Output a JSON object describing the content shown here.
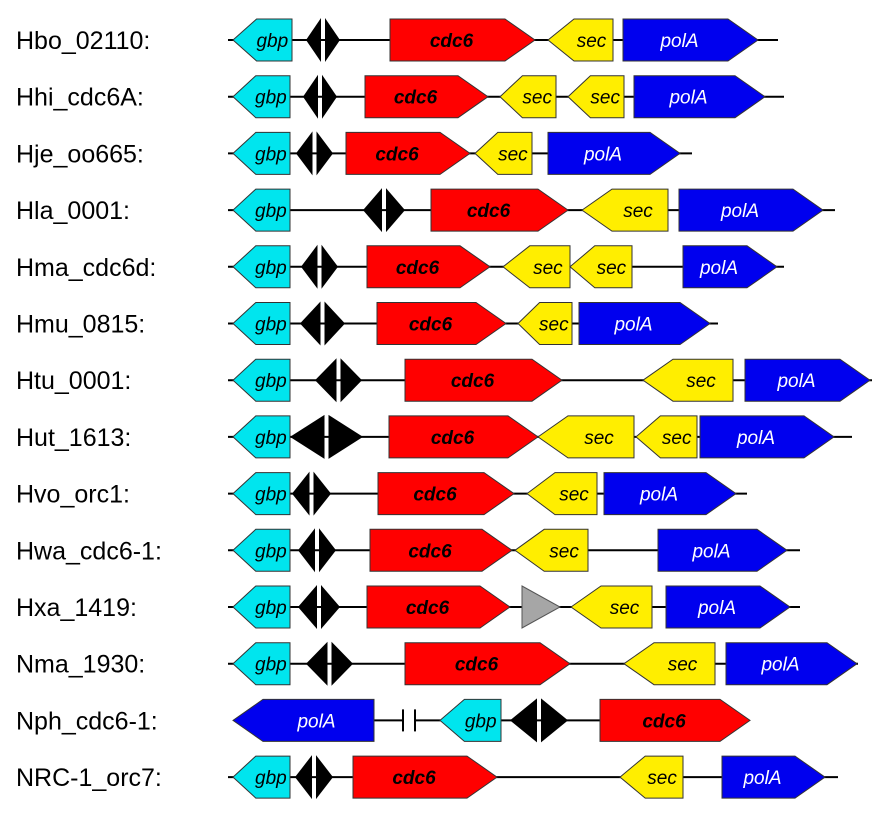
{
  "colors": {
    "gbp": "#00e5ee",
    "cdc6": "#ff0000",
    "sec": "#ffee00",
    "polA": "#0000ee",
    "unknown": "#a6a6a6",
    "line": "#000000",
    "label_light": "#ffffff",
    "label_dark": "#000000"
  },
  "gene_names": {
    "gbp": "gbp",
    "cdc6": "cdc6",
    "sec": "sec",
    "polA": "polA"
  },
  "rows": [
    {
      "label": "Hbo_02110:",
      "genes": [
        {
          "kind": "gbp",
          "dir": "left",
          "from": 233,
          "to": 292
        },
        {
          "kind": "ttpair",
          "from": 306,
          "to": 340
        },
        {
          "kind": "cdc6",
          "dir": "right",
          "from": 390,
          "to": 535
        },
        {
          "kind": "sec",
          "dir": "left",
          "from": 548,
          "to": 613
        },
        {
          "kind": "polA",
          "dir": "right",
          "from": 623,
          "to": 758
        }
      ],
      "line": [
        228,
        778
      ]
    },
    {
      "label": "Hhi_cdc6A:",
      "genes": [
        {
          "kind": "gbp",
          "dir": "left",
          "from": 233,
          "to": 290
        },
        {
          "kind": "ttpair",
          "from": 303,
          "to": 337
        },
        {
          "kind": "cdc6",
          "dir": "right",
          "from": 365,
          "to": 488
        },
        {
          "kind": "sec",
          "dir": "left",
          "from": 500,
          "to": 556
        },
        {
          "kind": "sec",
          "dir": "left",
          "from": 568,
          "to": 624
        },
        {
          "kind": "polA",
          "dir": "right",
          "from": 634,
          "to": 765
        }
      ],
      "line": [
        228,
        784
      ]
    },
    {
      "label": "Hje_oo665:",
      "genes": [
        {
          "kind": "gbp",
          "dir": "left",
          "from": 233,
          "to": 290
        },
        {
          "kind": "ttpair",
          "from": 296,
          "to": 333
        },
        {
          "kind": "cdc6",
          "dir": "right",
          "from": 346,
          "to": 470
        },
        {
          "kind": "sec",
          "dir": "left",
          "from": 475,
          "to": 532
        },
        {
          "kind": "polA",
          "dir": "right",
          "from": 548,
          "to": 680
        }
      ],
      "line": [
        228,
        692
      ]
    },
    {
      "label": "Hla_0001:",
      "genes": [
        {
          "kind": "gbp",
          "dir": "left",
          "from": 233,
          "to": 290
        },
        {
          "kind": "ttpair",
          "from": 363,
          "to": 405
        },
        {
          "kind": "cdc6",
          "dir": "right",
          "from": 431,
          "to": 568
        },
        {
          "kind": "sec",
          "dir": "left",
          "from": 582,
          "to": 668
        },
        {
          "kind": "polA",
          "dir": "right",
          "from": 679,
          "to": 823
        }
      ],
      "line": [
        228,
        835
      ]
    },
    {
      "label": "Hma_cdc6d:",
      "genes": [
        {
          "kind": "gbp",
          "dir": "left",
          "from": 233,
          "to": 290
        },
        {
          "kind": "ttpair",
          "from": 301,
          "to": 338
        },
        {
          "kind": "cdc6",
          "dir": "right",
          "from": 367,
          "to": 490
        },
        {
          "kind": "sec",
          "dir": "left",
          "from": 503,
          "to": 570
        },
        {
          "kind": "sec",
          "dir": "left",
          "from": 570,
          "to": 632
        },
        {
          "kind": "polA",
          "dir": "right",
          "from": 683,
          "to": 777
        }
      ],
      "line": [
        228,
        784
      ]
    },
    {
      "label": "Hmu_0815:",
      "genes": [
        {
          "kind": "gbp",
          "dir": "left",
          "from": 233,
          "to": 290
        },
        {
          "kind": "ttpair",
          "from": 300,
          "to": 345
        },
        {
          "kind": "cdc6",
          "dir": "right",
          "from": 377,
          "to": 506
        },
        {
          "kind": "sec",
          "dir": "left",
          "from": 518,
          "to": 572
        },
        {
          "kind": "polA",
          "dir": "right",
          "from": 579,
          "to": 710
        }
      ],
      "line": [
        228,
        718
      ]
    },
    {
      "label": "Htu_0001:",
      "genes": [
        {
          "kind": "gbp",
          "dir": "left",
          "from": 233,
          "to": 290
        },
        {
          "kind": "ttpair",
          "from": 315,
          "to": 362
        },
        {
          "kind": "cdc6",
          "dir": "right",
          "from": 405,
          "to": 562
        },
        {
          "kind": "sec",
          "dir": "left",
          "from": 643,
          "to": 733
        },
        {
          "kind": "polA",
          "dir": "right",
          "from": 745,
          "to": 870
        }
      ],
      "line": [
        228,
        872
      ]
    },
    {
      "label": "Hut_1613:",
      "genes": [
        {
          "kind": "gbp",
          "dir": "left",
          "from": 233,
          "to": 290
        },
        {
          "kind": "ttpair",
          "from": 290,
          "to": 363
        },
        {
          "kind": "cdc6",
          "dir": "right",
          "from": 389,
          "to": 538
        },
        {
          "kind": "sec",
          "dir": "left",
          "from": 538,
          "to": 634
        },
        {
          "kind": "sec",
          "dir": "left",
          "from": 636,
          "to": 697
        },
        {
          "kind": "polA",
          "dir": "right",
          "from": 700,
          "to": 834
        }
      ],
      "line": [
        228,
        852
      ]
    },
    {
      "label": "Hvo_orc1:",
      "genes": [
        {
          "kind": "gbp",
          "dir": "left",
          "from": 233,
          "to": 290
        },
        {
          "kind": "ttpair",
          "from": 292,
          "to": 331
        },
        {
          "kind": "cdc6",
          "dir": "right",
          "from": 378,
          "to": 514
        },
        {
          "kind": "sec",
          "dir": "left",
          "from": 527,
          "to": 597
        },
        {
          "kind": "polA",
          "dir": "right",
          "from": 604,
          "to": 736
        }
      ],
      "line": [
        228,
        747
      ]
    },
    {
      "label": "Hwa_cdc6-1:",
      "genes": [
        {
          "kind": "gbp",
          "dir": "left",
          "from": 233,
          "to": 290
        },
        {
          "kind": "ttpair",
          "from": 298,
          "to": 336
        },
        {
          "kind": "cdc6",
          "dir": "right",
          "from": 370,
          "to": 512
        },
        {
          "kind": "sec",
          "dir": "left",
          "from": 515,
          "to": 588
        },
        {
          "kind": "polA",
          "dir": "right",
          "from": 658,
          "to": 787
        }
      ],
      "line": [
        228,
        800
      ]
    },
    {
      "label": "Hxa_1419:",
      "genes": [
        {
          "kind": "gbp",
          "dir": "left",
          "from": 233,
          "to": 290
        },
        {
          "kind": "ttpair",
          "from": 298,
          "to": 340
        },
        {
          "kind": "cdc6",
          "dir": "right",
          "from": 367,
          "to": 510
        },
        {
          "kind": "unknown",
          "dir": "right",
          "from": 522,
          "to": 560
        },
        {
          "kind": "sec",
          "dir": "left",
          "from": 571,
          "to": 652
        },
        {
          "kind": "polA",
          "dir": "right",
          "from": 666,
          "to": 790
        }
      ],
      "line": [
        228,
        800
      ]
    },
    {
      "label": "Nma_1930:",
      "genes": [
        {
          "kind": "gbp",
          "dir": "left",
          "from": 233,
          "to": 290
        },
        {
          "kind": "ttpair",
          "from": 306,
          "to": 353
        },
        {
          "kind": "cdc6",
          "dir": "right",
          "from": 405,
          "to": 570
        },
        {
          "kind": "sec",
          "dir": "left",
          "from": 624,
          "to": 715
        },
        {
          "kind": "polA",
          "dir": "right",
          "from": 726,
          "to": 857
        }
      ],
      "line": [
        228,
        858
      ]
    },
    {
      "label": "Nph_cdc6-1:",
      "genes": [
        {
          "kind": "polA",
          "dir": "left",
          "from": 233,
          "to": 374
        },
        {
          "kind": "break",
          "at": 409
        },
        {
          "kind": "gbp",
          "dir": "left",
          "from": 440,
          "to": 501
        },
        {
          "kind": "ttpair",
          "from": 510,
          "to": 568
        },
        {
          "kind": "cdc6",
          "dir": "right",
          "from": 600,
          "to": 750
        }
      ],
      "line": [
        374,
        600
      ]
    },
    {
      "label": "NRC-1_orc7:",
      "genes": [
        {
          "kind": "gbp",
          "dir": "left",
          "from": 233,
          "to": 290
        },
        {
          "kind": "ttpair",
          "from": 295,
          "to": 333
        },
        {
          "kind": "cdc6",
          "dir": "right",
          "from": 353,
          "to": 497
        },
        {
          "kind": "sec",
          "dir": "left",
          "from": 620,
          "to": 683
        },
        {
          "kind": "polA",
          "dir": "right",
          "from": 722,
          "to": 825
        }
      ],
      "line": [
        228,
        838
      ]
    }
  ]
}
